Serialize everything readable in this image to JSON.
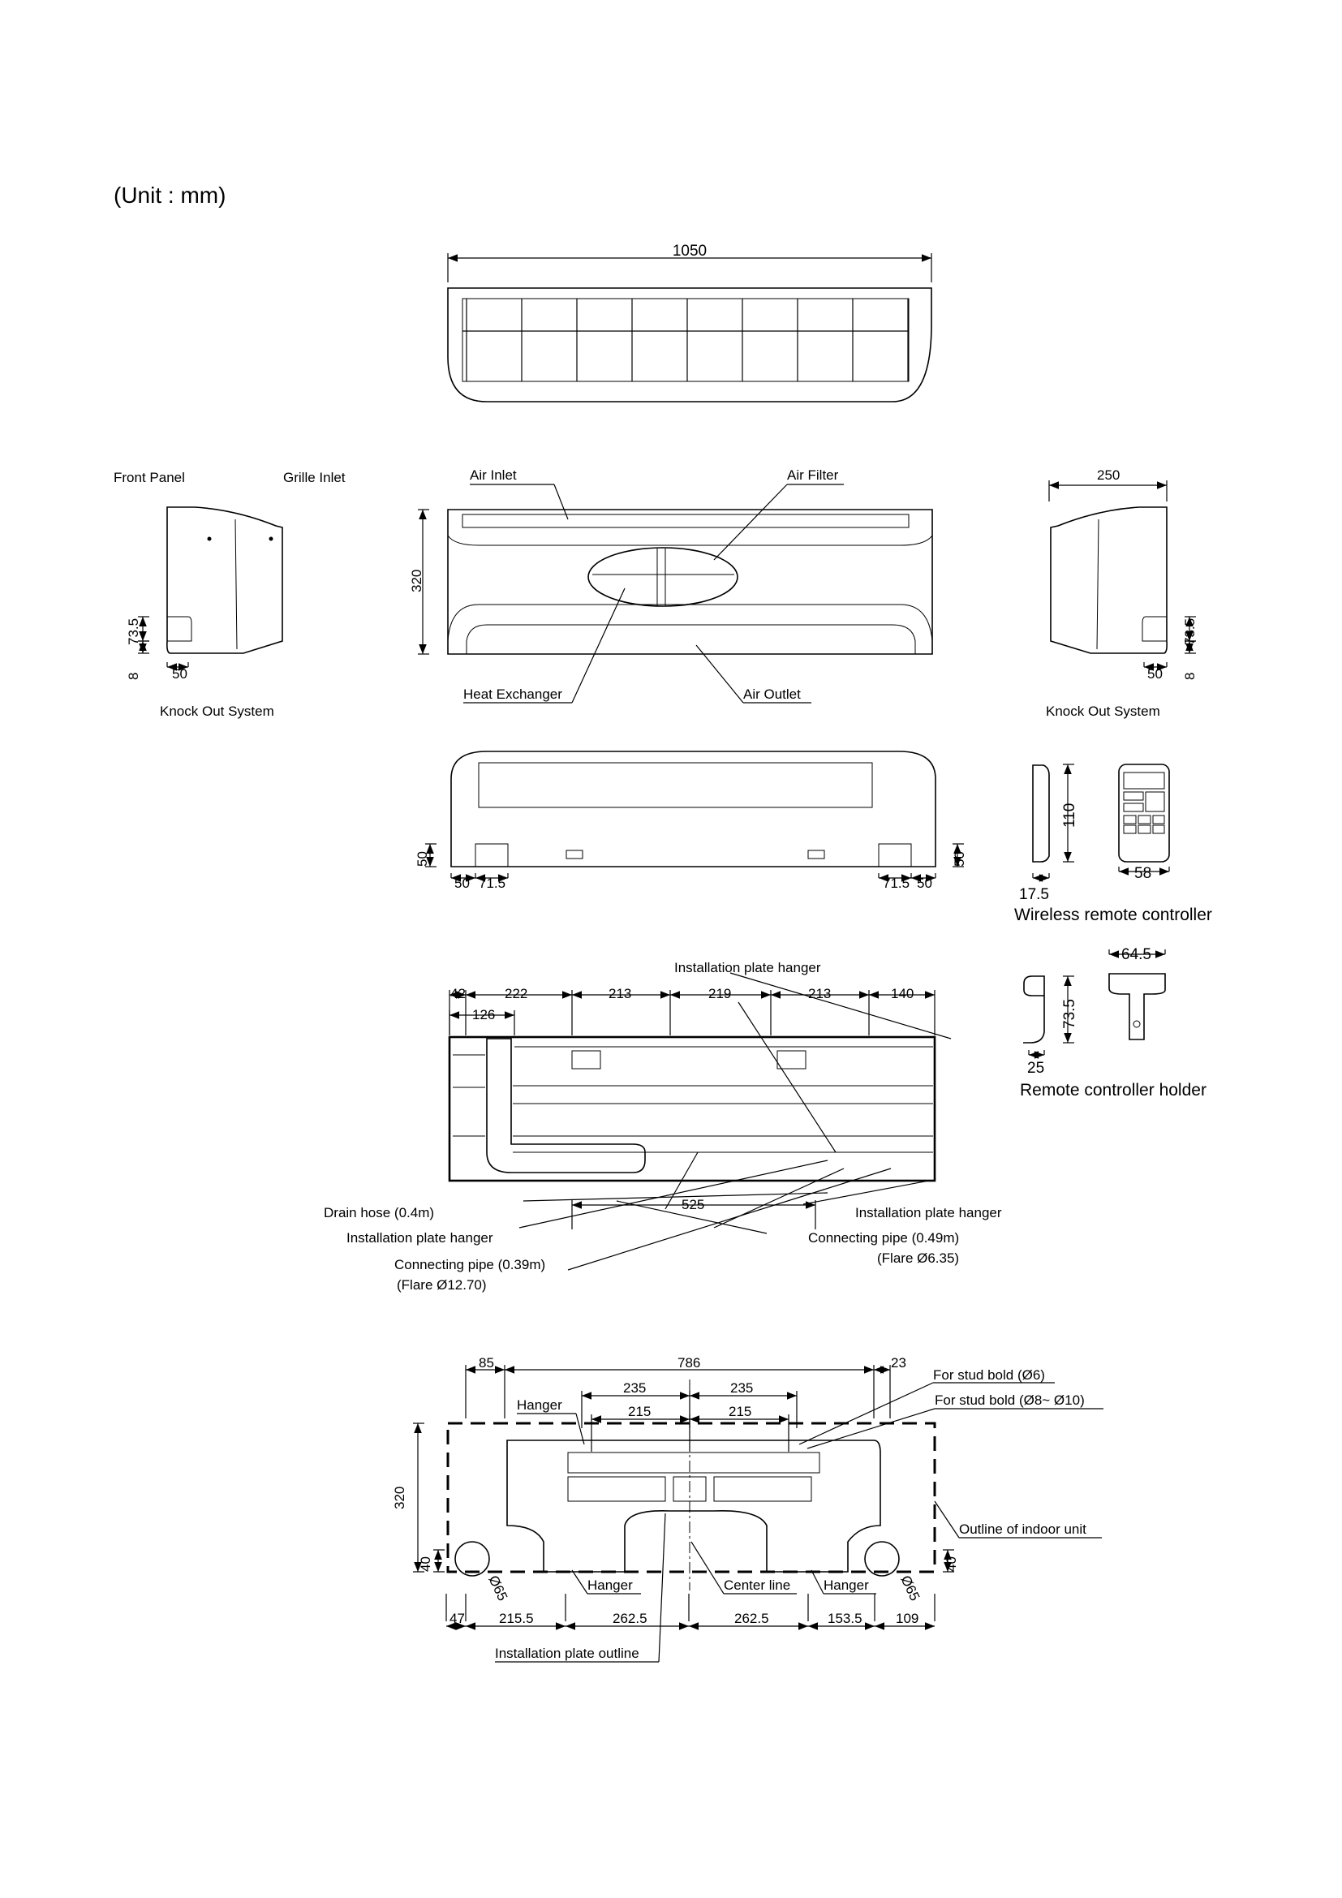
{
  "unit_label": "(Unit : mm)",
  "top_view": {
    "width": "1050"
  },
  "side_left": {
    "front_panel": "Front Panel",
    "grille_inlet": "Grille Inlet",
    "dim_height": "73.5",
    "dim_bottom": "8",
    "dim_width": "50",
    "caption": "Knock Out System"
  },
  "front_view": {
    "air_inlet": "Air Inlet",
    "air_filter": "Air Filter",
    "heat_exchanger": "Heat Exchanger",
    "air_outlet": "Air Outlet",
    "height": "320"
  },
  "side_right": {
    "depth": "250",
    "dim_height": "73.5",
    "dim_bottom": "8",
    "dim_width": "50",
    "caption": "Knock Out System"
  },
  "bottom_view": {
    "left_h": "50",
    "left_a": "50",
    "left_b": "71.5",
    "right_b": "71.5",
    "right_a": "50",
    "right_h": "50"
  },
  "remote": {
    "height": "110",
    "depth": "17.5",
    "width": "58",
    "caption": "Wireless remote controller"
  },
  "holder": {
    "width": "64.5",
    "height": "73.5",
    "depth": "25",
    "caption": "Remote controller holder"
  },
  "back_view": {
    "dims_top": [
      "42",
      "222",
      "213",
      "219",
      "213",
      "140"
    ],
    "dim_126": "126",
    "dim_525": "525",
    "hanger_top": "Installation plate hanger",
    "drain_hose": "Drain hose (0.4m)",
    "hanger_left": "Installation plate hanger",
    "pipe_left": "Connecting pipe (0.39m)",
    "flare_left": "(Flare  Ø12.70)",
    "hanger_right": "Installation plate hanger",
    "pipe_right": "Connecting pipe (0.49m)",
    "flare_right": "(Flare  Ø6.35)"
  },
  "plate_view": {
    "dims_top": [
      "85",
      "786",
      "23"
    ],
    "dims_235": [
      "235",
      "235"
    ],
    "dims_215": [
      "215",
      "215"
    ],
    "height": "320",
    "h40_left": "40",
    "h40_right": "40",
    "dims_bottom": [
      "47",
      "215.5",
      "262.5",
      "262.5",
      "153.5",
      "109"
    ],
    "hanger_top": "Hanger",
    "stud_6": "For stud bold (Ø6)",
    "stud_8_10": "For stud bold (Ø8~ Ø10)",
    "outline_indoor": "Outline of indoor unit",
    "hanger_left": "Hanger",
    "center_line": "Center line",
    "hanger_right": "Hanger",
    "plate_outline": "Installation plate outline",
    "hole_left": "Ø65",
    "hole_right": "Ø65"
  }
}
